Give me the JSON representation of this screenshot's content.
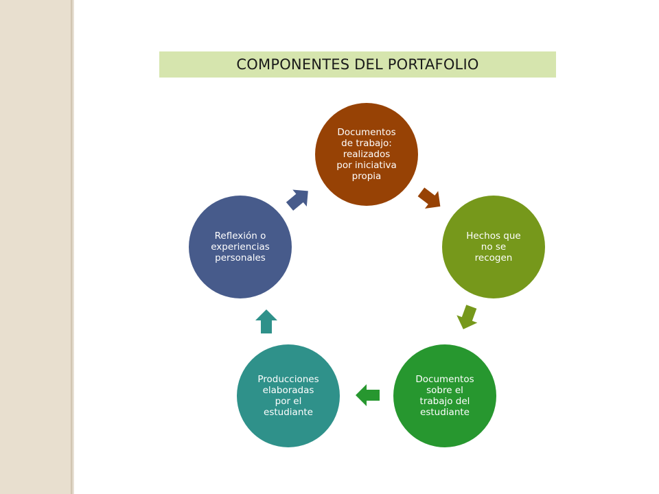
{
  "title": "COMPONENTES DEL PORTAFOLIO",
  "nodes": [
    {
      "label": "Documentos\nde trabajo:\nrealizados\npor iniciativa\npropia",
      "color": "#974205"
    },
    {
      "label": "Hechos que\nno se\nrecogen",
      "color": "#76981b"
    },
    {
      "label": "Documentos\nsobre el\ntrabajo del\nestudiante",
      "color": "#27972f"
    },
    {
      "label": "Producciones\nelaboradas\npor  el\nestudiante",
      "color": "#2f918a"
    },
    {
      "label": "Reflexión o\nexperiencias\npersonales",
      "color": "#475b8b"
    }
  ],
  "arrows": [
    {
      "from": "Documentos de trabajo",
      "to": "Hechos que no se recogen",
      "color": "#974205"
    },
    {
      "from": "Hechos que no se recogen",
      "to": "Documentos sobre el trabajo",
      "color": "#76981b"
    },
    {
      "from": "Documentos sobre el trabajo",
      "to": "Producciones elaboradas",
      "color": "#27972f"
    },
    {
      "from": "Producciones elaboradas",
      "to": "Reflexión o experiencias",
      "color": "#2f918a"
    },
    {
      "from": "Reflexión o experiencias",
      "to": "Documentos de trabajo",
      "color": "#475b8b"
    }
  ]
}
